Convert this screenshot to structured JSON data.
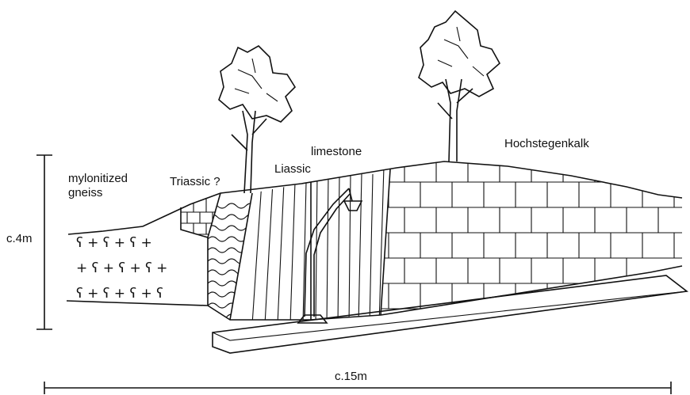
{
  "labels": {
    "gneiss_line1": "mylonitized",
    "gneiss_line2": "gneiss",
    "triassic": "Triassic ?",
    "liassic": "Liassic",
    "limestone": "limestone",
    "hochstegenkalk": "Hochstegenkalk"
  },
  "scale": {
    "vertical": "c.4m",
    "horizontal": "c.15m"
  },
  "gneiss_symbols": {
    "row1": "ʕ + ʕ + ʕ +",
    "row2": "+ ʕ + ʕ + ʕ +",
    "row3": "ʕ + ʕ + ʕ + ʕ"
  },
  "colors": {
    "ink": "#111111",
    "background": "#ffffff"
  }
}
